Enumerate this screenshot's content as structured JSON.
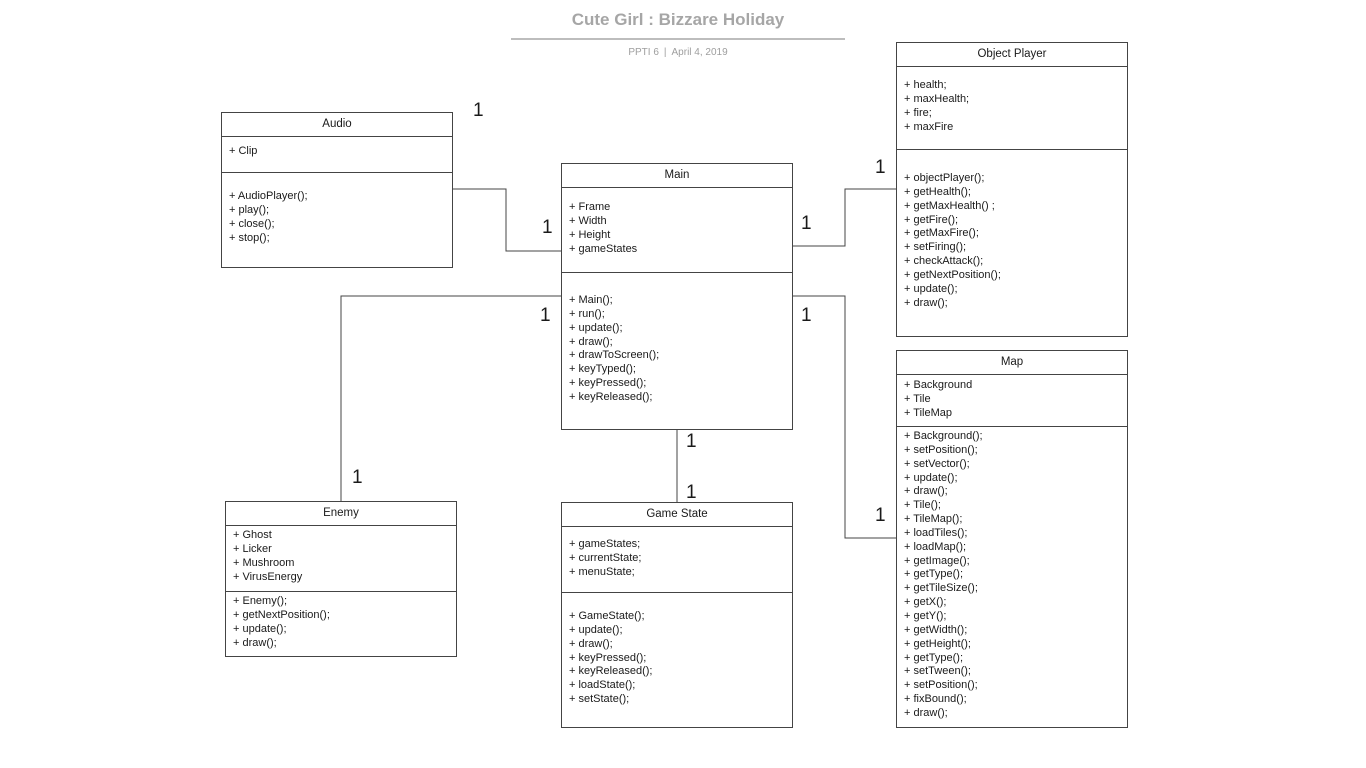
{
  "header": {
    "title": "Cute Girl : Bizzare Holiday",
    "subtitle_left": "PPTI 6",
    "subtitle_sep": "|",
    "subtitle_right": "April 4, 2019"
  },
  "classes": {
    "audio": {
      "name": "Audio",
      "attributes": [
        "+ Clip"
      ],
      "methods": [
        "+ AudioPlayer();",
        "+ play();",
        "+ close();",
        "+ stop();"
      ]
    },
    "main": {
      "name": "Main",
      "attributes": [
        "+ Frame",
        "+ Width",
        "+ Height",
        "+ gameStates"
      ],
      "methods": [
        "+ Main();",
        "+ run();",
        "+ update();",
        "+ draw();",
        "+ drawToScreen();",
        "+ keyTyped();",
        "+ keyPressed();",
        "+ keyReleased();"
      ]
    },
    "object_player": {
      "name": "Object Player",
      "attributes": [
        "+ health;",
        "+ maxHealth;",
        "+ fire;",
        "+ maxFire"
      ],
      "methods": [
        "+ objectPlayer();",
        "+ getHealth();",
        "+ getMaxHealth() ;",
        "+ getFire();",
        "+ getMaxFire();",
        "+ setFiring();",
        "+ checkAttack();",
        "+ getNextPosition();",
        "+ update();",
        "+ draw();"
      ]
    },
    "map": {
      "name": "Map",
      "attributes": [
        "+ Background",
        "+ Tile",
        "+ TileMap"
      ],
      "methods": [
        "+ Background();",
        "+ setPosition();",
        "+ setVector();",
        "+ update();",
        "+ draw();",
        "+ Tile();",
        "+ TileMap();",
        "+ loadTiles();",
        "+ loadMap();",
        "+ getImage();",
        "+ getType();",
        "+ getTileSize();",
        "+ getX();",
        "+ getY();",
        "+ getWidth();",
        "+ getHeight();",
        "+ getType();",
        "+ setTween();",
        "+ setPosition();",
        "+ fixBound();",
        "+ draw();"
      ]
    },
    "enemy": {
      "name": "Enemy",
      "attributes": [
        "+ Ghost",
        "+ Licker",
        "+ Mushroom",
        "+ VirusEnergy"
      ],
      "methods": [
        "+ Enemy();",
        "+ getNextPosition();",
        "+ update();",
        "+ draw();"
      ]
    },
    "game_state": {
      "name": "Game State",
      "attributes": [
        "+ gameStates;",
        "+ currentState;",
        "+ menuState;"
      ],
      "methods": [
        "+ GameState();",
        "+ update();",
        "+ draw();",
        "+ keyPressed();",
        "+ keyReleased();",
        "+ loadState();",
        "+ setState();"
      ]
    }
  },
  "multiplicities": {
    "audio_end": "1",
    "main_audio_end": "1",
    "main_player_end": "1",
    "player_end": "1",
    "main_enemy_end": "1",
    "enemy_end": "1",
    "main_map_end": "1",
    "map_end": "1",
    "main_gamestate_end": "1",
    "gamestate_end": "1"
  }
}
